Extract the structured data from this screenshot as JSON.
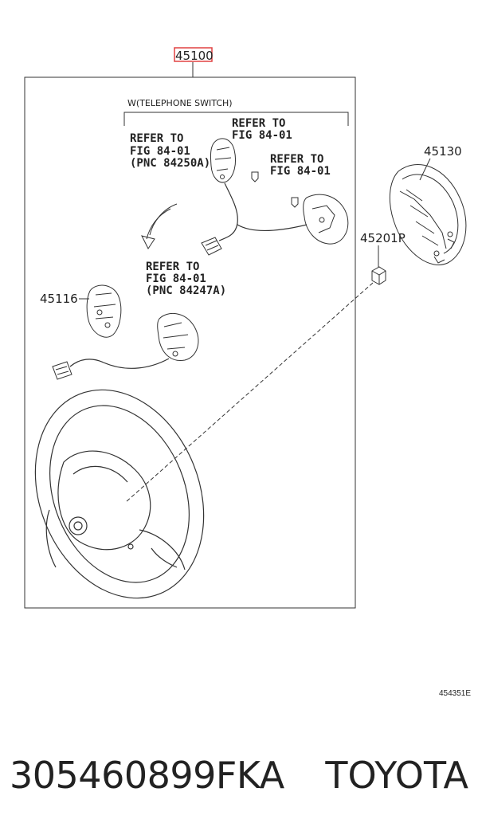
{
  "diagram": {
    "main_part": "45100",
    "variant_note": "W(TELEPHONE SWITCH)",
    "refs": {
      "ref_a": [
        "REFER TO",
        "FIG 84-01",
        "(PNC 84250A)"
      ],
      "ref_b": [
        "REFER TO",
        "FIG 84-01"
      ],
      "ref_c": [
        "REFER TO",
        "FIG 84-01"
      ],
      "ref_d": [
        "REFER TO",
        "FIG 84-01",
        "(PNC 84247A)"
      ]
    },
    "parts": {
      "p45130": "45130",
      "p45201p": "45201P",
      "p45116": "45116"
    },
    "figure_code": "454351E"
  },
  "footer": {
    "code": "305460899FKA",
    "brand": "TOYOTA"
  },
  "colors": {
    "line": "#333333",
    "highlight": "#e04040"
  }
}
